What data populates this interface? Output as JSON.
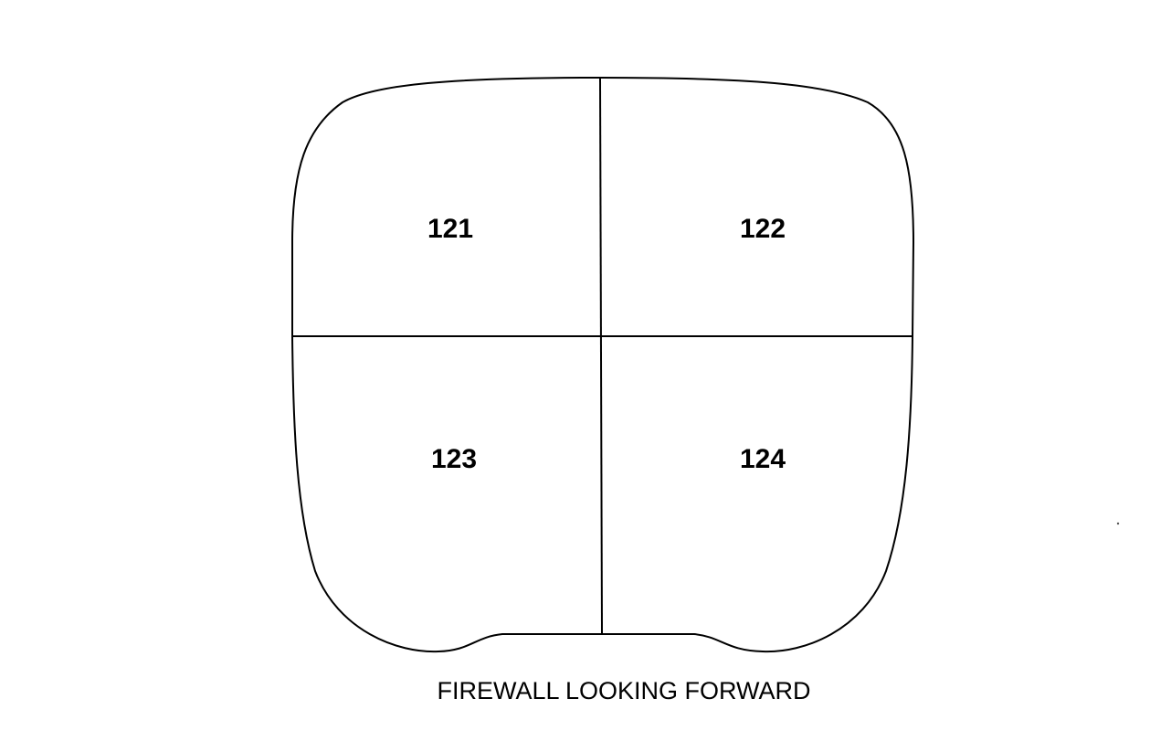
{
  "diagram": {
    "zones": [
      {
        "label": "121"
      },
      {
        "label": "122"
      },
      {
        "label": "123"
      },
      {
        "label": "124"
      }
    ],
    "caption": "FIREWALL LOOKING FORWARD"
  }
}
